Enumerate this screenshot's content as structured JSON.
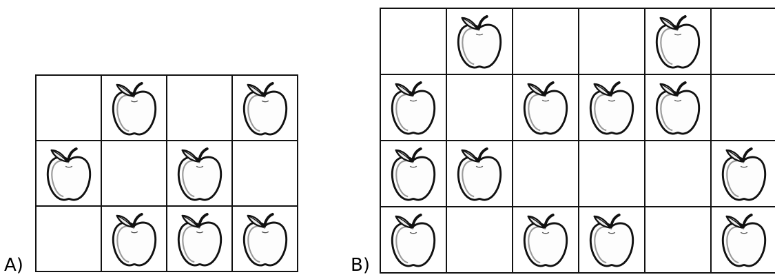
{
  "panels": [
    {
      "label": "A)",
      "rows": 3,
      "cols": 4,
      "apples": [
        [
          false,
          true,
          false,
          true
        ],
        [
          true,
          false,
          true,
          false
        ],
        [
          false,
          true,
          true,
          true
        ]
      ]
    },
    {
      "label": "B)",
      "rows": 4,
      "cols": 6,
      "apples": [
        [
          false,
          true,
          false,
          false,
          true,
          false
        ],
        [
          true,
          false,
          true,
          true,
          true,
          false
        ],
        [
          true,
          true,
          false,
          false,
          false,
          true
        ],
        [
          true,
          false,
          true,
          true,
          false,
          true
        ]
      ]
    }
  ],
  "icon": "apple-icon"
}
